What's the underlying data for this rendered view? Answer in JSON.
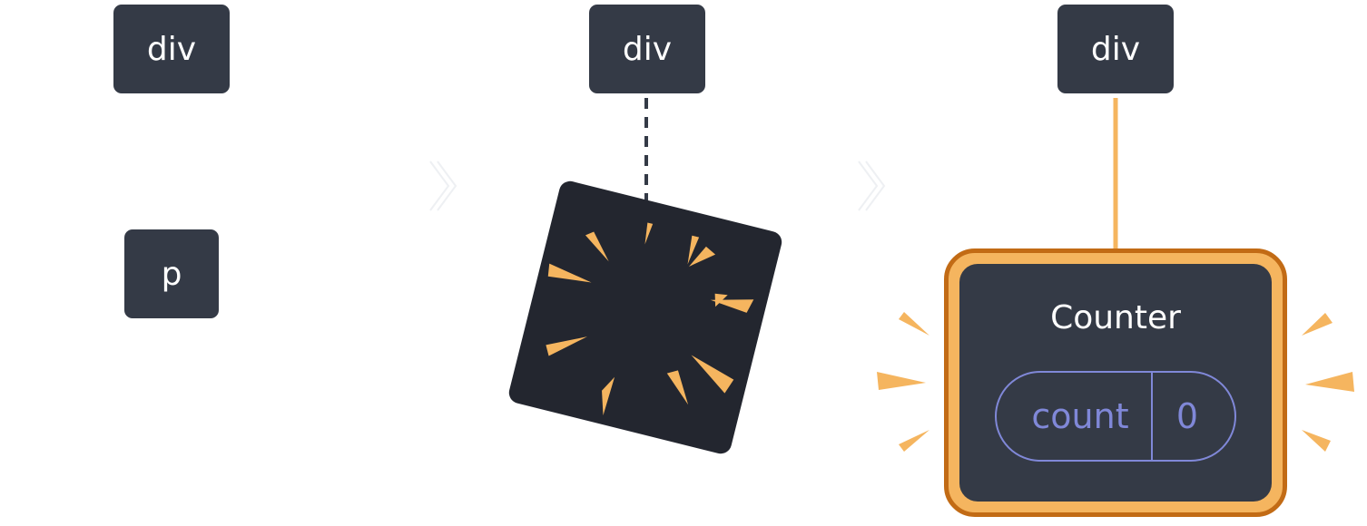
{
  "stages": [
    {
      "nodes": {
        "parent": "div",
        "child": "p"
      }
    },
    {
      "nodes": {
        "parent": "div"
      }
    },
    {
      "nodes": {
        "parent": "div"
      },
      "component": {
        "name": "Counter",
        "state_key": "count",
        "state_value": "0"
      }
    }
  ],
  "colors": {
    "node_bg": "#343a46",
    "node_text": "#ffffff",
    "highlight": "#f5b55f",
    "highlight_border": "#c26b15",
    "state_text": "#8088d8",
    "burst_bg": "#23262f",
    "connector_dashed": "#343a46"
  },
  "icons": [
    "arrow-right-icon",
    "poof-burst-icon",
    "sparkle-icon"
  ]
}
